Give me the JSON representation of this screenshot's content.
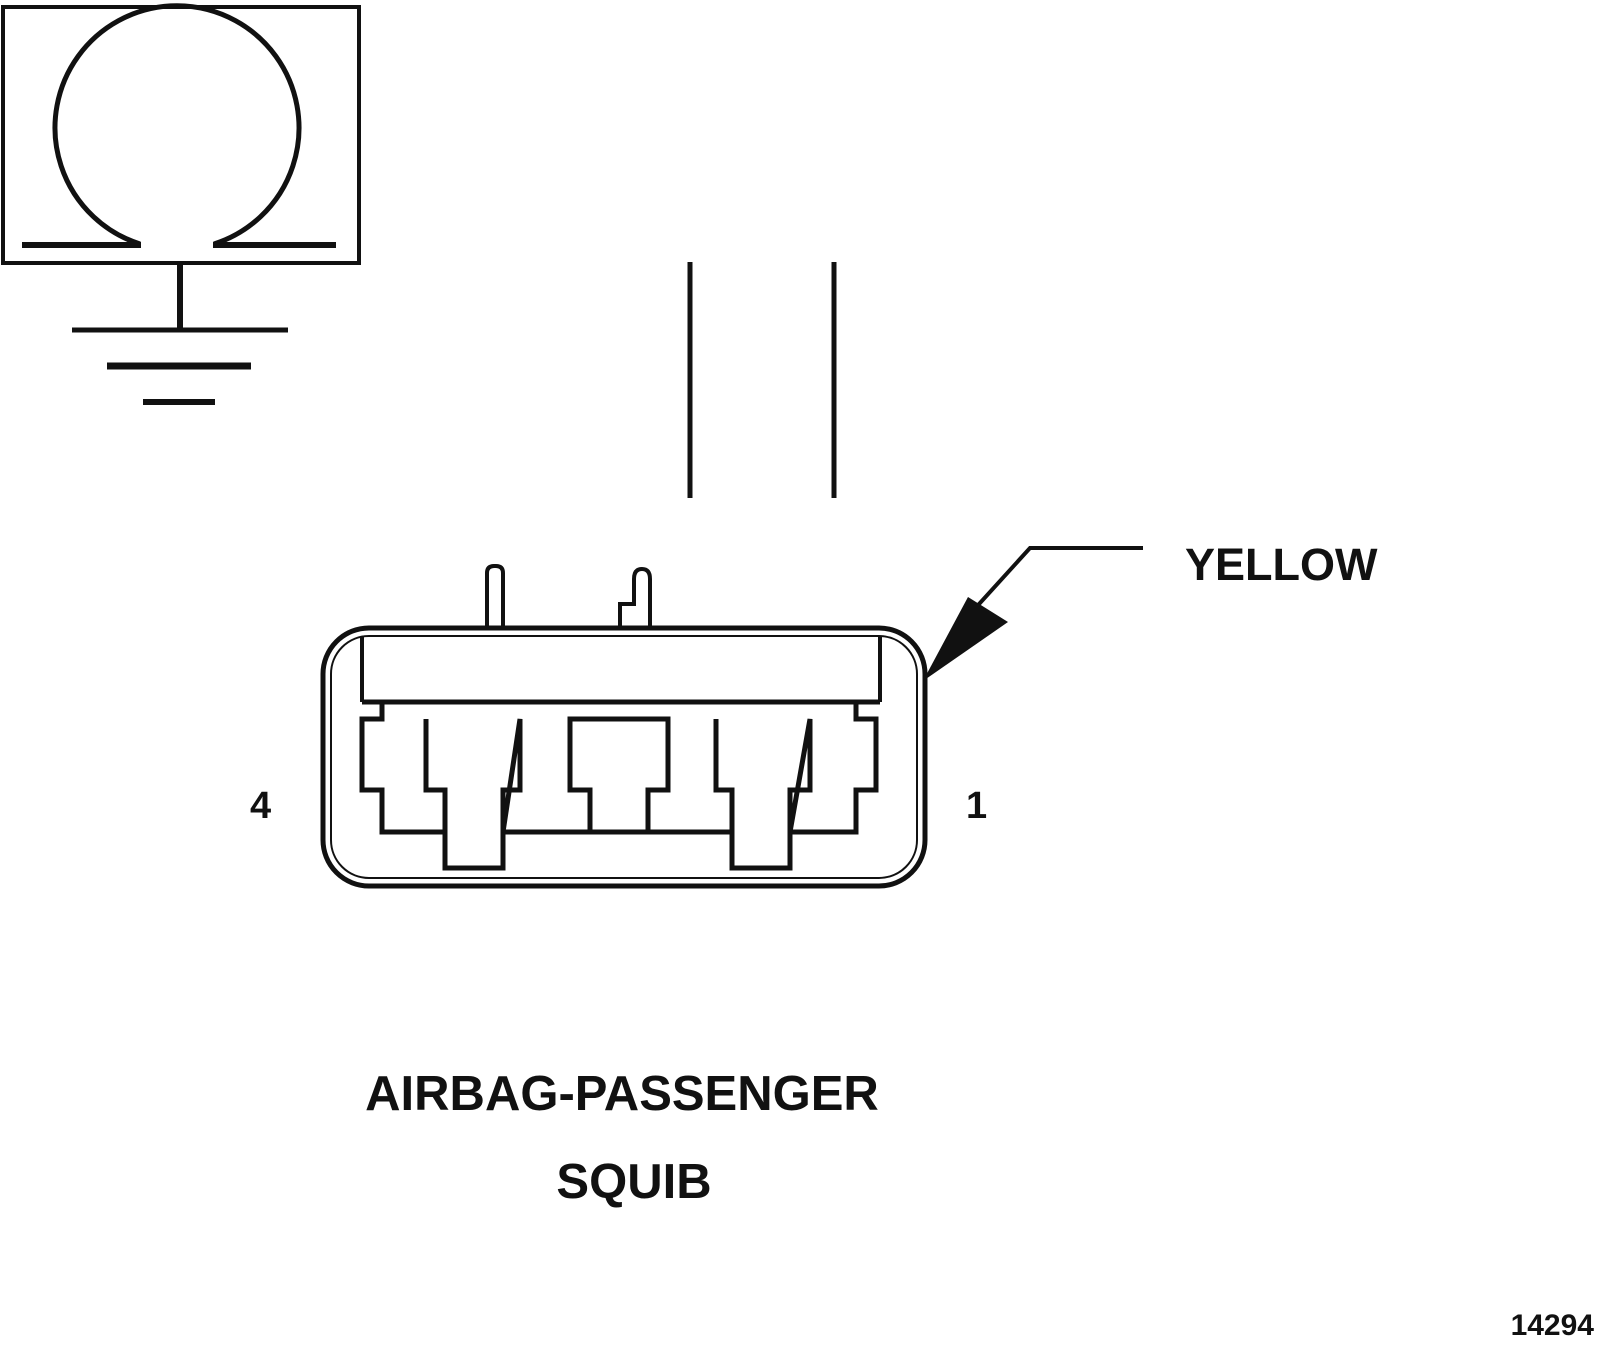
{
  "labels": {
    "connector_color": "YELLOW",
    "pin_left": "4",
    "pin_right": "1",
    "title_line1": "AIRBAG-PASSENGER",
    "title_line2": "SQUIB",
    "figure_number": "14294"
  },
  "icons": {
    "inset": "ohmmeter-icon",
    "ground": "ground-symbol-icon"
  },
  "colors": {
    "ink": "#111111",
    "background": "#ffffff"
  }
}
